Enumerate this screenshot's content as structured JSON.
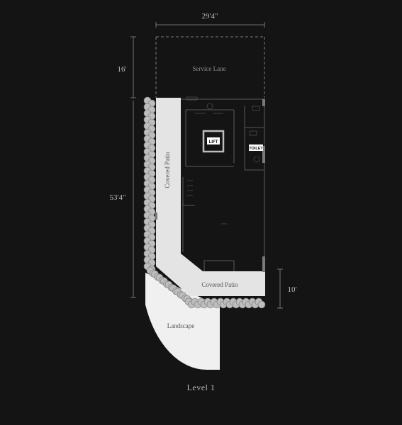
{
  "dimensions": {
    "width": "29'4\"",
    "service_lane_depth": "16'",
    "main_depth": "53'4\"",
    "patio_depth": "10'"
  },
  "labels": {
    "service_lane": "Service Lane",
    "covered_patio_vertical": "Covered Patio",
    "covered_patio_horizontal": "Covered Patio",
    "landscape": "Landscape",
    "lift": "LIFT",
    "toilet": "TOILET"
  },
  "level_title": "Level 1",
  "colors": {
    "background": "#141414",
    "patio_fill": "#e4e4e4",
    "landscape_fill": "#f0f0f0",
    "line": "#bdbdbd"
  }
}
